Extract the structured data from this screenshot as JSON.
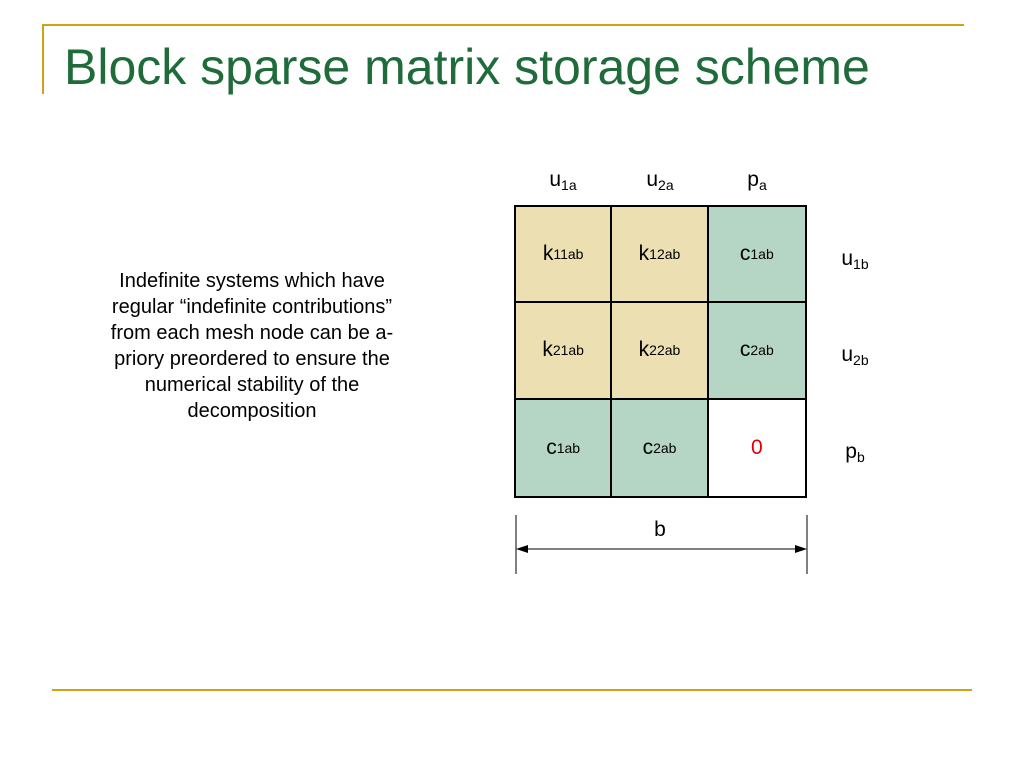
{
  "title": "Block sparse matrix storage scheme",
  "description": "Indefinite systems which have regular “indefinite contributions” from each mesh node can be a-priory preordered to ensure the numerical stability of the decomposition",
  "columns": [
    {
      "base": "u",
      "sub": "1a"
    },
    {
      "base": "u",
      "sub": "2a"
    },
    {
      "base": "p",
      "sub": "a"
    }
  ],
  "rows": [
    {
      "base": "u",
      "sub": "1b"
    },
    {
      "base": "u",
      "sub": "2b"
    },
    {
      "base": "p",
      "sub": "b"
    }
  ],
  "matrix": [
    [
      {
        "base": "k",
        "sub": "11ab"
      },
      {
        "base": "k",
        "sub": "12ab"
      },
      {
        "base": "c",
        "sub": "1ab"
      }
    ],
    [
      {
        "base": "k",
        "sub": "21ab"
      },
      {
        "base": "k",
        "sub": "22ab"
      },
      {
        "base": "c",
        "sub": "2ab"
      }
    ],
    [
      {
        "base": "c",
        "sub": "1ab"
      },
      {
        "base": "c",
        "sub": "2ab"
      },
      {
        "base": "0",
        "sub": ""
      }
    ]
  ],
  "dimension_label": "b",
  "colors": {
    "title": "#1f6b3a",
    "frame": "#d4a017",
    "k_block": "#ece0b3",
    "c_block": "#b5d6c5",
    "zero_text": "#e00000"
  }
}
